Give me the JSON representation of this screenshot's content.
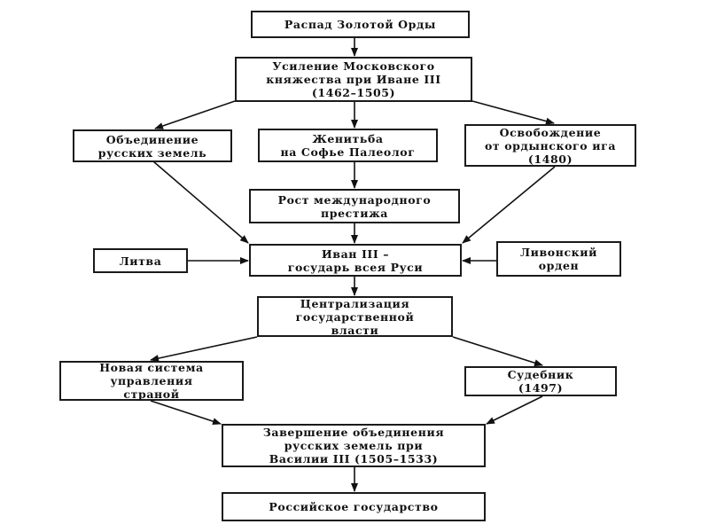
{
  "diagram": {
    "nodes": {
      "collapse": [
        "Распад Золотой Орды"
      ],
      "moscow_rise": [
        "Усиление Московского",
        "княжества при Иване III",
        "(1462–1505)"
      ],
      "unification": [
        "Объединение",
        "русских земель"
      ],
      "marriage": [
        "Женитьба",
        "на Софье Палеолог"
      ],
      "liberation": [
        "Освобождение",
        "от ордынского ига",
        "(1480)"
      ],
      "prestige": [
        "Рост международного",
        "престижа"
      ],
      "lithuania": [
        "Литва"
      ],
      "ivan": [
        "Иван III –",
        "государь всея Руси"
      ],
      "livonian": [
        "Ливонский",
        "орден"
      ],
      "centralization": [
        "Централизация",
        "государственной",
        "власти"
      ],
      "new_system": [
        "Новая система",
        "управления",
        "страной"
      ],
      "sudebnik": [
        "Судебник",
        "(1497)"
      ],
      "completion": [
        "Завершение объединения",
        "русских земель при",
        "Василии III (1505–1533)"
      ],
      "russian_state": [
        "Российское государство"
      ]
    },
    "edges": [
      [
        "collapse",
        "moscow_rise"
      ],
      [
        "moscow_rise",
        "unification"
      ],
      [
        "moscow_rise",
        "marriage"
      ],
      [
        "moscow_rise",
        "liberation"
      ],
      [
        "marriage",
        "prestige"
      ],
      [
        "unification",
        "ivan"
      ],
      [
        "prestige",
        "ivan"
      ],
      [
        "liberation",
        "ivan"
      ],
      [
        "lithuania",
        "ivan"
      ],
      [
        "livonian",
        "ivan"
      ],
      [
        "ivan",
        "centralization"
      ],
      [
        "centralization",
        "new_system"
      ],
      [
        "centralization",
        "sudebnik"
      ],
      [
        "new_system",
        "completion"
      ],
      [
        "sudebnik",
        "completion"
      ],
      [
        "completion",
        "russian_state"
      ]
    ]
  }
}
